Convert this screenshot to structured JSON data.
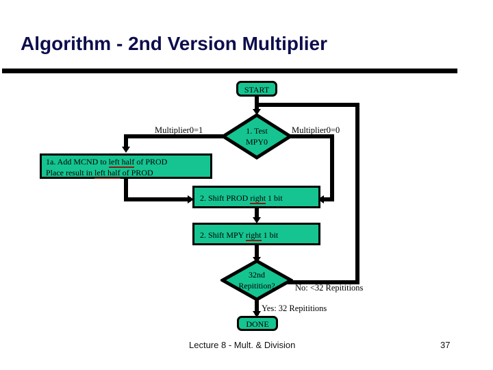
{
  "slide": {
    "title": "Algorithm - 2nd Version Multiplier",
    "title_color": "#0d0d4d",
    "divider_color": "#000000",
    "background": "#ffffff"
  },
  "theme": {
    "node_fill": "#15c491",
    "node_border": "#000000",
    "underline_color": "#8b1a10",
    "text_color": "#000000"
  },
  "flowchart": {
    "nodes": {
      "start": {
        "label": "START",
        "shape": "rounded-rect"
      },
      "test_mpy0": {
        "line1": "1. Test",
        "line2": "MPY0",
        "shape": "diamond"
      },
      "add_mcnd": {
        "line1_a": "1a. Add MCND to ",
        "line1_em": "left half",
        "line1_b": " of PROD",
        "line2_a": "Place result in ",
        "line2_em": "left half",
        "line2_b": " of PROD",
        "shape": "rect"
      },
      "shift_prod": {
        "prefix": "2. Shift PROD ",
        "em": "right",
        "suffix": " 1 bit",
        "shape": "rect"
      },
      "shift_mpy": {
        "prefix": "2. Shift MPY ",
        "em": "right",
        "suffix": " 1 bit",
        "shape": "rect"
      },
      "repetition_check": {
        "line1": "32nd",
        "line2": "Repitition?",
        "shape": "diamond"
      },
      "done": {
        "label": "DONE",
        "shape": "rounded-rect"
      }
    },
    "edge_labels": {
      "mpy0_is_one": "Multiplier0=1",
      "mpy0_is_zero": "Multiplier0=0",
      "no_branch": "No: <32 Repititions",
      "yes_branch": "Yes: 32 Repititions"
    }
  },
  "footer": {
    "text": "Lecture 8 - Mult. & Division",
    "page_number": "37"
  }
}
